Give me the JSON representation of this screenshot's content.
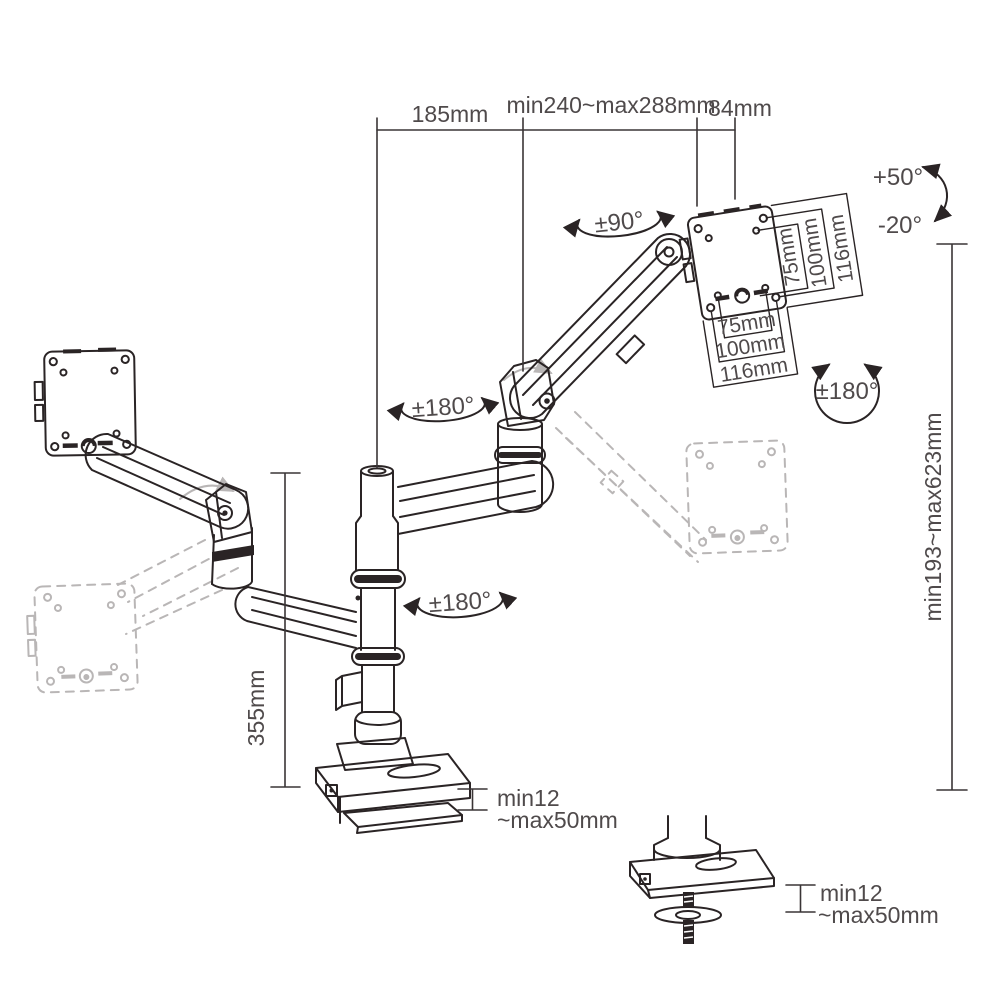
{
  "diagram_title": "dual-monitor-desk-mount-arm-dimensions",
  "colors": {
    "ink": "#2a2425",
    "text": "#4f4a4b",
    "ghost": "#b9b6b6",
    "background": "#ffffff"
  },
  "annotations": {
    "top": {
      "d185": "185mm",
      "d240": "min240~max288mm",
      "d84": "84mm"
    },
    "right": {
      "height": "min193~max623mm",
      "tilt_up": "+50°",
      "tilt_down": "-20°",
      "screen_rotate": "±180°"
    },
    "pole": {
      "height": "355mm",
      "swivel_top": "±90°",
      "swivel_mid": "±180°",
      "swivel_bottom": "±180°"
    },
    "vesa": {
      "side": [
        "75mm",
        "100mm",
        "116mm"
      ],
      "bottom": [
        "75mm",
        "100mm",
        "116mm"
      ]
    },
    "clamp": {
      "line1": "min12",
      "line2": "~max50mm"
    },
    "clamp_detail": {
      "line1": "min12",
      "line2": "~max50mm"
    }
  }
}
